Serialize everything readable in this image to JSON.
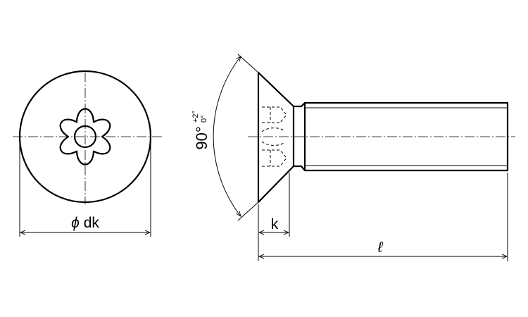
{
  "drawing": {
    "subject": "countersunk screw",
    "views": [
      "end-view",
      "side-view"
    ]
  },
  "dimensions": {
    "head_diameter": {
      "symbol": "ϕ",
      "name": "dk"
    },
    "head_height": {
      "name": "k"
    },
    "length": {
      "name": "ℓ"
    },
    "countersink_angle": {
      "value": "90°",
      "upper_tolerance": "+2°",
      "lower_tolerance": "0°"
    }
  },
  "icons": {
    "drive": "hexalobular-star-icon"
  }
}
